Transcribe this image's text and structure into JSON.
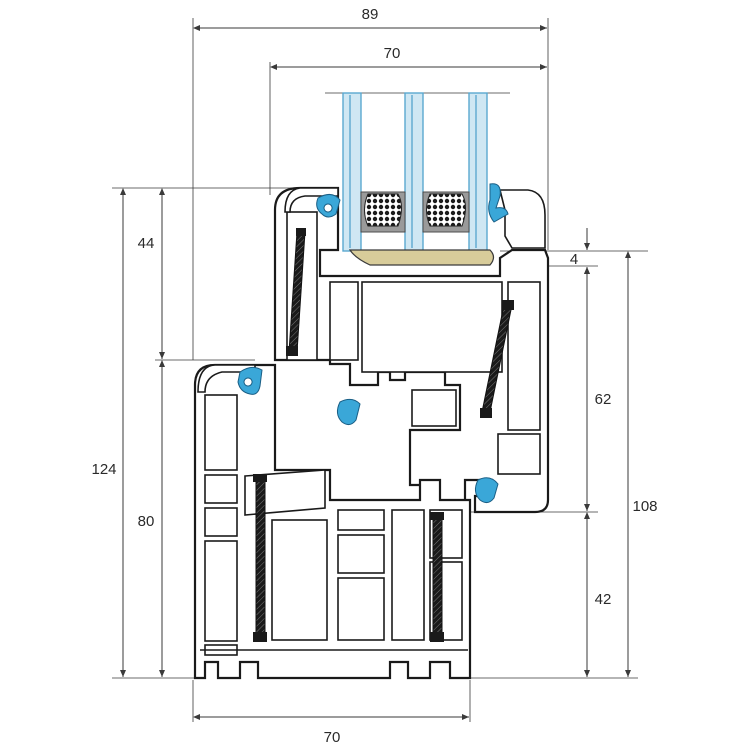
{
  "dimensions": {
    "top_overall_width": "89",
    "glazing_width": "70",
    "frame_width_bottom": "70",
    "left_overall_height": "124",
    "left_sash_height": "44",
    "left_frame_height": "80",
    "right_rebate": "4",
    "right_sash_height": "62",
    "right_frame_height": "42",
    "right_overall_height": "108"
  },
  "colors": {
    "glass": "#cfe7f3",
    "gasket": "#3aa7d8",
    "setting_block": "#d8cc9a",
    "profile_outline": "#1a1a1a"
  }
}
